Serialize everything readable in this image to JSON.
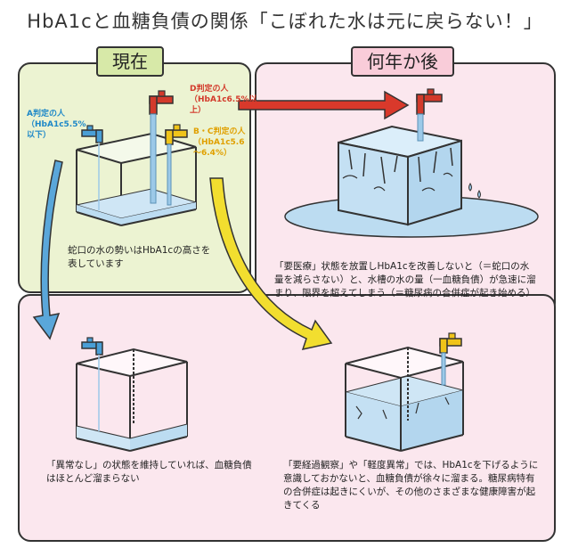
{
  "title": "HbA1cと血糖負債の関係「こぼれた水は元に戻らない！」",
  "panels": {
    "now": {
      "tab": "現在",
      "label_a": "A判定の人（HbA1c5.5%以下）",
      "label_d": "D判定の人（HbA1c6.5%以上）",
      "label_bc": "B・C判定の人（HbA1c5.6～6.4%）",
      "caption": "蛇口の水の勢いはHbA1cの高さを表しています"
    },
    "later": {
      "tab": "何年か後",
      "caption": "「要医療」状態を放置しHbA1cを改善しないと（＝蛇口の水量を減らさない）と、水槽の水の量（一血糖負債）が急速に溜まり、限界を超えてしまう（＝糖尿病の合併症が起き始める）"
    },
    "bottom_left": {
      "caption": "「異常なし」の状態を維持していれば、血糖負債はほとんど溜まらない"
    },
    "bottom_right": {
      "caption": "「要経過観察」や「軽度異常」では、HbA1cを下げるように意識しておかないと、血糖負債が徐々に溜まる。糖尿病特有の合併症は起きにくいが、その他のさまざまな健康障害が起きてくる"
    }
  },
  "colors": {
    "faucet_a": "#4a9fd6",
    "faucet_d": "#d33a2b",
    "faucet_bc": "#f0c419",
    "arrow_red": "#d9392b",
    "arrow_blue": "#5aa7da",
    "arrow_yellow": "#f2de2f",
    "water": "#cfe6f5",
    "panel_green": "#ecf3d2",
    "panel_pink": "#fbe7ee"
  },
  "icons": [
    "faucet-icon",
    "water-tank-icon",
    "arrow-icon"
  ]
}
